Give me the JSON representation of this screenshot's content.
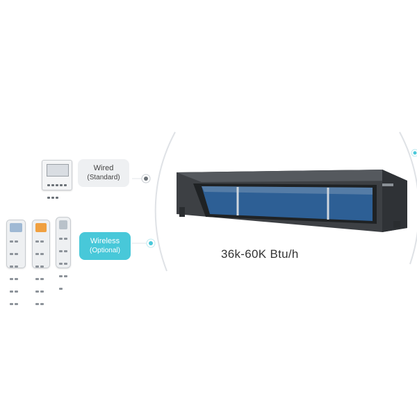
{
  "callouts": {
    "wired": {
      "title": "Wired",
      "subtitle": "(Standard)"
    },
    "wireless": {
      "title": "Wireless",
      "subtitle": "(Optional)"
    }
  },
  "product": {
    "capacity": "36k-60K Btu/h"
  },
  "colors": {
    "accent": "#48c8d9",
    "unit_body": "#3d4044",
    "coil": "#2d5f95",
    "arc": "#dfe2e6"
  }
}
